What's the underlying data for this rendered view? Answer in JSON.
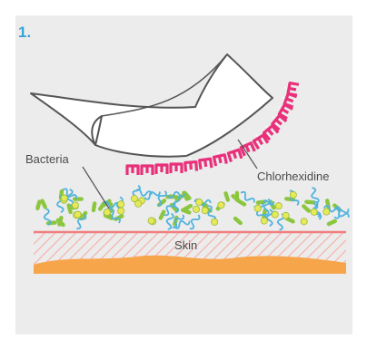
{
  "step": {
    "number": "1."
  },
  "labels": {
    "bacteria": "Bacteria",
    "chlorhexidine": "Chlorhexidine",
    "skin": "Skin"
  },
  "colors": {
    "panel": "#ececec",
    "accent_number": "#37a3d6",
    "chlorhexidine": "#e8317a",
    "bacteria_green": "#8cc63f",
    "bacteria_blue": "#4fb3de",
    "bacteria_yellow": "#e6ea56",
    "skin_line": "#f08080",
    "skin_hatch": "#f5b2aa",
    "tissue": "#f7a54a"
  },
  "icons": {
    "dressing": "dressing-pad-shape",
    "molecule": "chlorhexidine-comb-shape"
  }
}
